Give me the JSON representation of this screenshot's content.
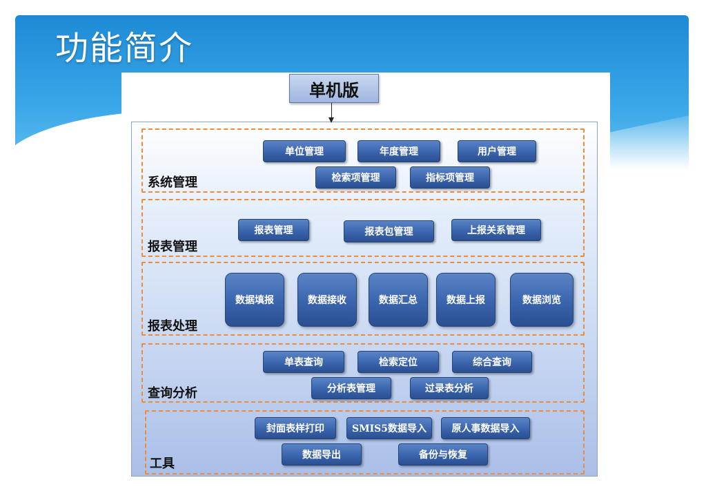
{
  "slide": {
    "title": "功能简介"
  },
  "diagram": {
    "top_box": "单机版",
    "groups": {
      "system": {
        "label": "系统管理",
        "items": [
          "单位管理",
          "年度管理",
          "用户管理",
          "检索项管理",
          "指标项管理"
        ]
      },
      "report_mgmt": {
        "label": "报表管理",
        "items": [
          "报表管理",
          "报表包管理",
          "上报关系管理"
        ]
      },
      "report_proc": {
        "label": "报表处理",
        "items": [
          "数据填报",
          "数据接收",
          "数据汇总",
          "数据上报",
          "数据浏览"
        ]
      },
      "query": {
        "label": "查询分析",
        "items": [
          "单表查询",
          "检索定位",
          "综合查询",
          "分析表管理",
          "过录表分析"
        ]
      },
      "tools": {
        "label": "工具",
        "items": [
          "封面表样打印",
          "SMIS5数据导入",
          "原人事数据导入",
          "数据导出",
          "备份与恢复"
        ]
      }
    }
  },
  "colors": {
    "header_blue": "#2a96dd",
    "box_blue": "#3a64ad",
    "dashed_orange": "#f08a34",
    "panel_light": "#cbdaf3"
  }
}
